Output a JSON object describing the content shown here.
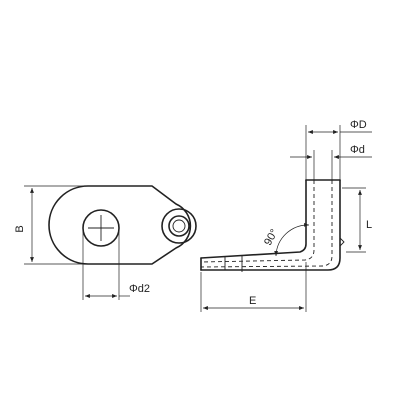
{
  "labels": {
    "B": "B",
    "phi_d2": "Φd2",
    "phi_D": "ΦD",
    "phi_d": "Φd",
    "L": "L",
    "E": "E",
    "angle": "90°"
  },
  "colors": {
    "line": "#222222",
    "background": "#ffffff"
  }
}
